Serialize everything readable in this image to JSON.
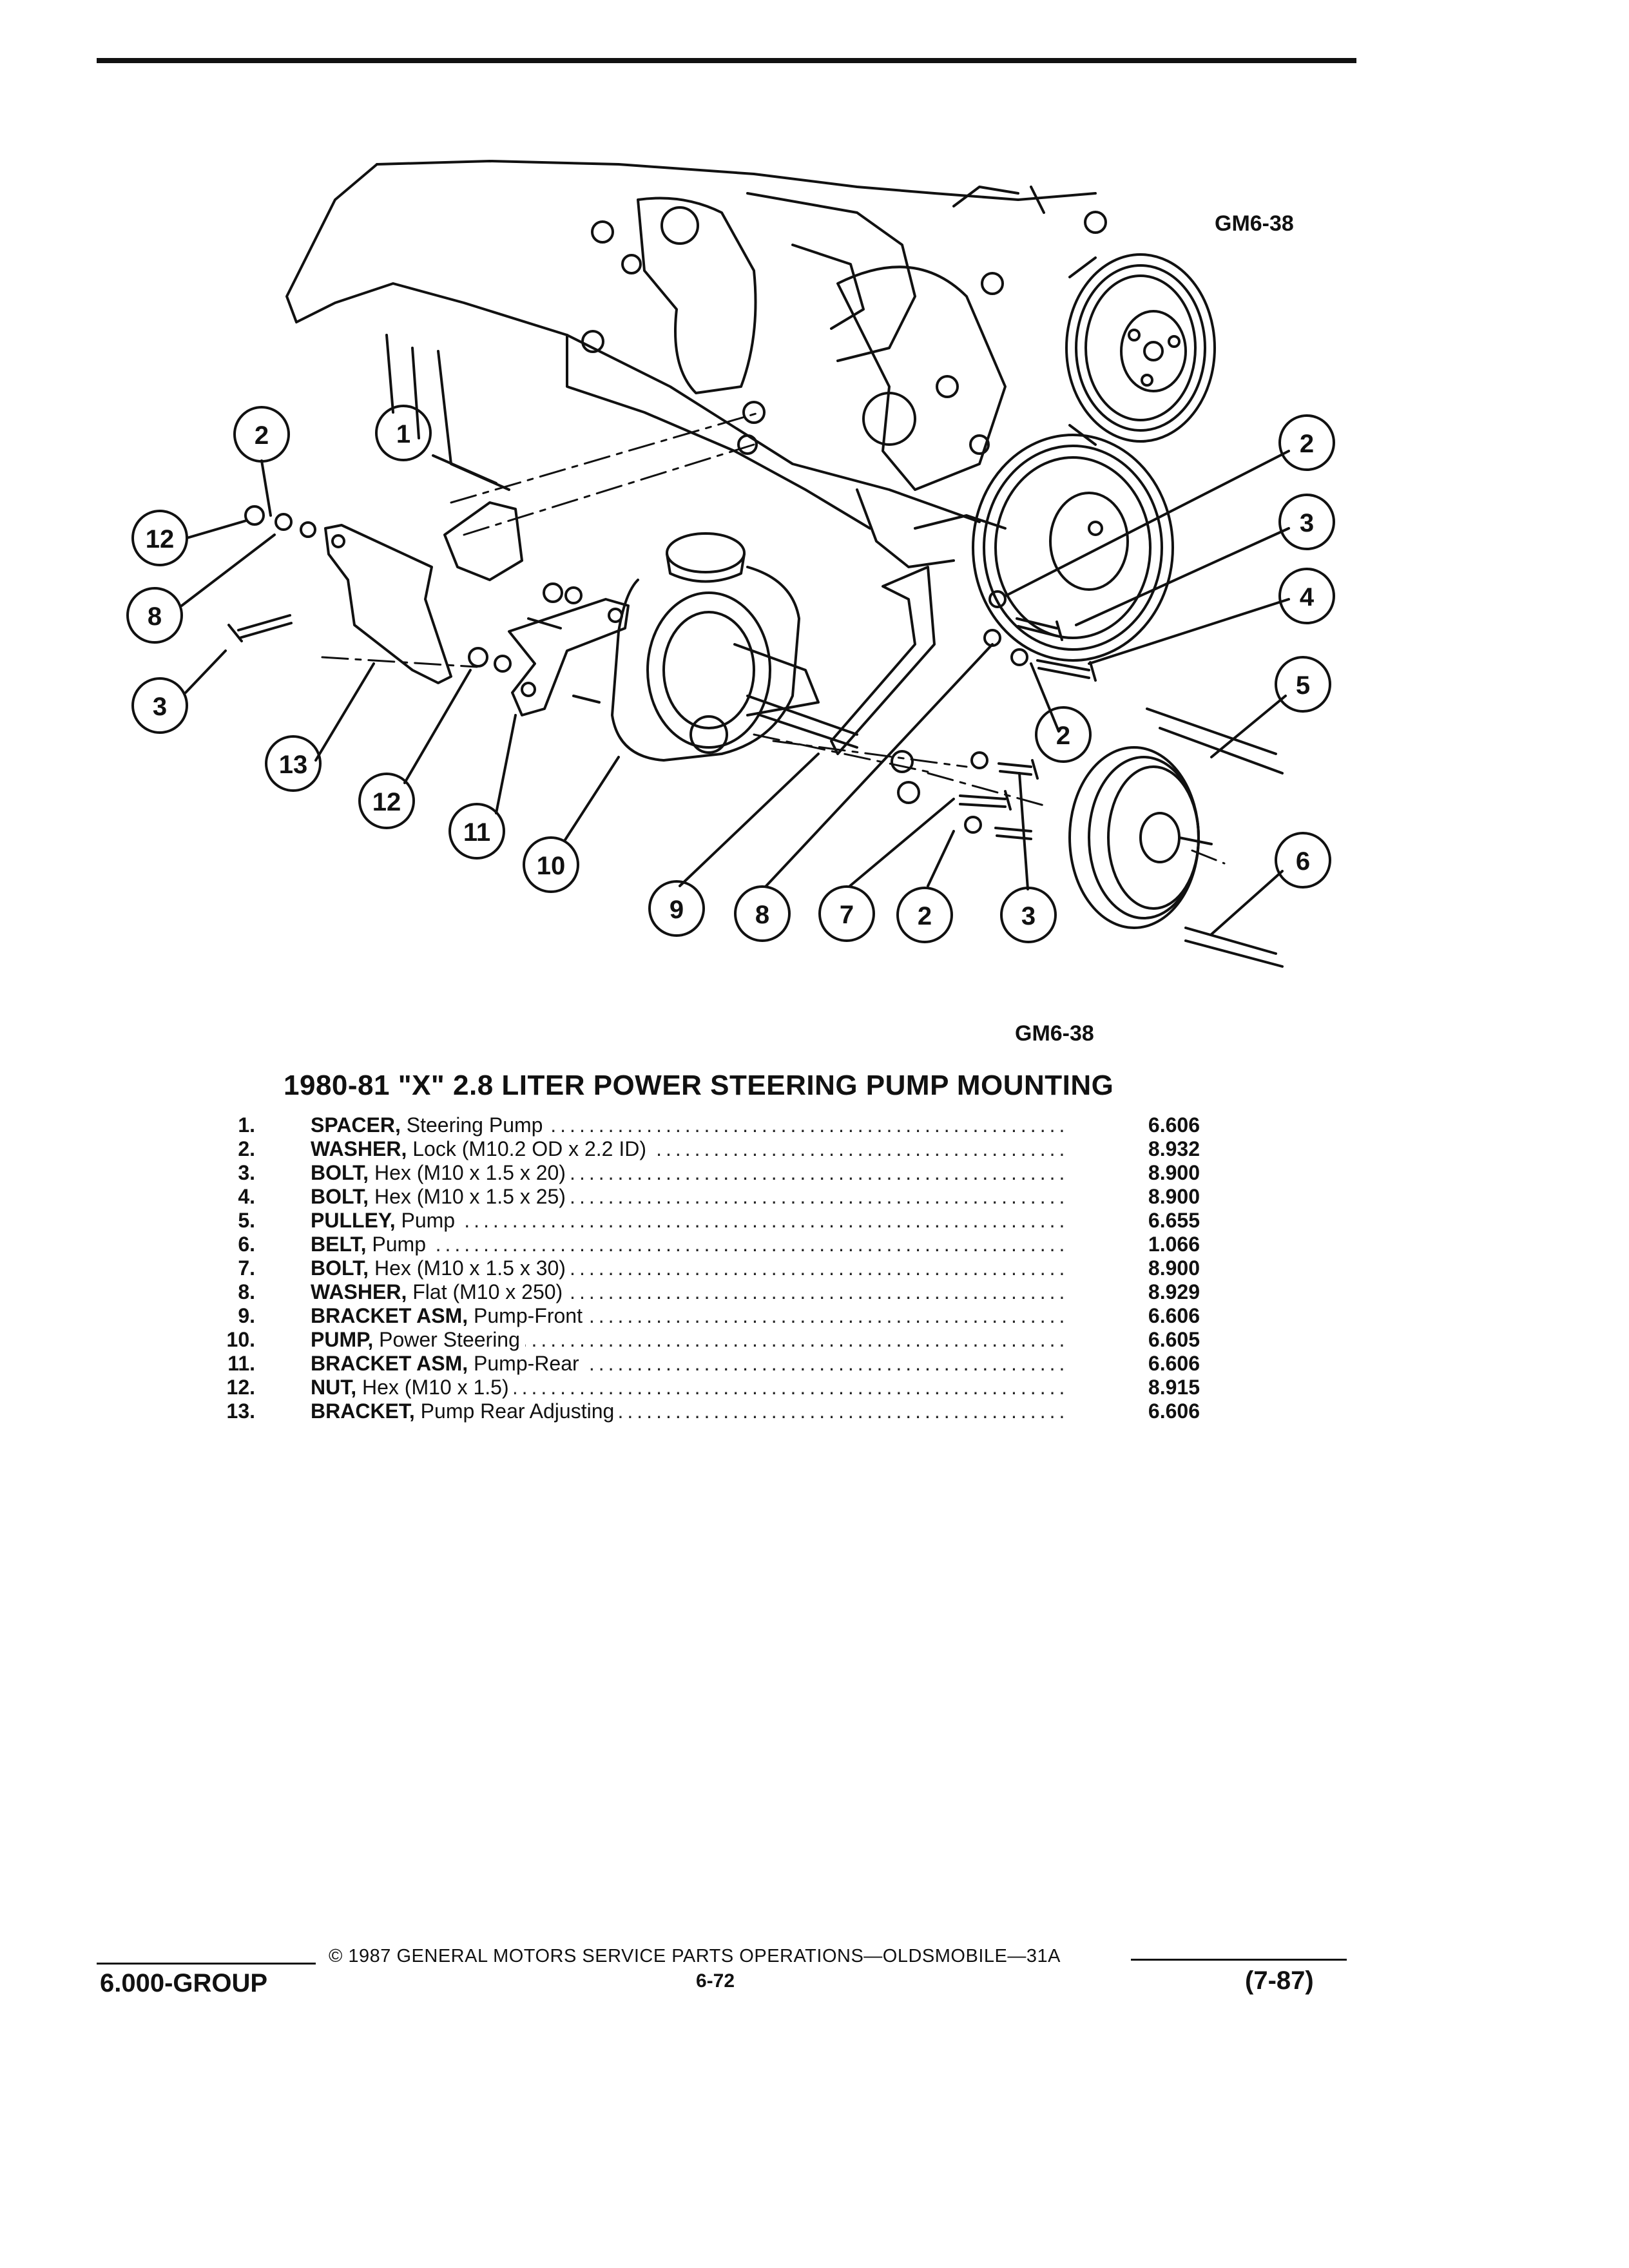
{
  "figure_code_top": "GM6-38",
  "figure_code_bottom": "GM6-38",
  "title": "1980-81 \"X\" 2.8 LITER POWER STEERING PUMP MOUNTING",
  "callouts": {
    "c1": "1",
    "c2a": "2",
    "c12a": "12",
    "c8a": "8",
    "c3a": "3",
    "c13": "13",
    "c12b": "12",
    "c11": "11",
    "c10": "10",
    "c2b": "2",
    "c3b": "3",
    "c4": "4",
    "c2c": "2",
    "c5": "5",
    "c6": "6",
    "c9": "9",
    "c8b": "8",
    "c7": "7",
    "c2d": "2",
    "c3c": "3"
  },
  "parts": [
    {
      "num": "1.",
      "name": "SPACER,",
      "desc": " Steering Pump",
      "code": "6.606"
    },
    {
      "num": "2.",
      "name": "WASHER,",
      "desc": " Lock (M10.2 OD x 2.2 ID)",
      "code": "8.932"
    },
    {
      "num": "3.",
      "name": "BOLT,",
      "desc": " Hex (M10 x 1.5 x 20)",
      "code": "8.900"
    },
    {
      "num": "4.",
      "name": "BOLT,",
      "desc": " Hex (M10 x 1.5 x 25)",
      "code": "8.900"
    },
    {
      "num": "5.",
      "name": "PULLEY,",
      "desc": " Pump",
      "code": "6.655"
    },
    {
      "num": "6.",
      "name": "BELT,",
      "desc": " Pump",
      "code": "1.066"
    },
    {
      "num": "7.",
      "name": "BOLT,",
      "desc": " Hex (M10 x 1.5 x 30)",
      "code": "8.900"
    },
    {
      "num": "8.",
      "name": "WASHER,",
      "desc": " Flat (M10 x 250)",
      "code": "8.929"
    },
    {
      "num": "9.",
      "name": "BRACKET ASM,",
      "desc": " Pump-Front",
      "code": "6.606"
    },
    {
      "num": "10.",
      "name": "PUMP,",
      "desc": " Power Steering",
      "code": "6.605"
    },
    {
      "num": "11.",
      "name": "BRACKET ASM,",
      "desc": " Pump-Rear",
      "code": "6.606"
    },
    {
      "num": "12.",
      "name": "NUT,",
      "desc": " Hex (M10 x 1.5)",
      "code": "8.915"
    },
    {
      "num": "13.",
      "name": "BRACKET,",
      "desc": " Pump Rear Adjusting",
      "code": "6.606"
    }
  ],
  "footer": {
    "copyright": "© 1987 GENERAL MOTORS SERVICE PARTS OPERATIONS—OLDSMOBILE—31A",
    "group": "6.000-GROUP",
    "page": "6-72",
    "date": "(7-87)"
  }
}
